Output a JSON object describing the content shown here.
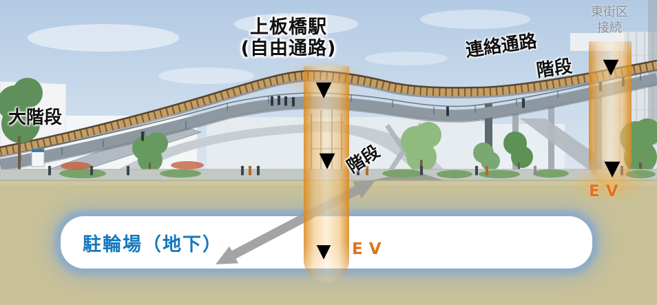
{
  "colors": {
    "ev_highlight": "#e29125",
    "ev_text": "#e0731c",
    "parking_text": "#1478bd",
    "east_block_text": "#8c9097",
    "label_text": "#101010",
    "underground": "#c9c198",
    "panel_glow": "#8cabca",
    "marker": "#000000",
    "arrow": "#9c9c9c"
  },
  "annotations": {
    "station_title": {
      "line1": "上板橋駅",
      "line2": "(自由通路)"
    },
    "grand_staircase": "大階段",
    "connecting_walkway": "連絡通路",
    "stairs_upper_right": "階段",
    "stairs_center": "階段",
    "east_block_connection": {
      "line1": "東街区",
      "line2": "接続"
    },
    "bicycle_parking": "駐輪場（地下）",
    "elevator_center": "EV",
    "elevator_right": "EV",
    "down_marker": "▼"
  }
}
